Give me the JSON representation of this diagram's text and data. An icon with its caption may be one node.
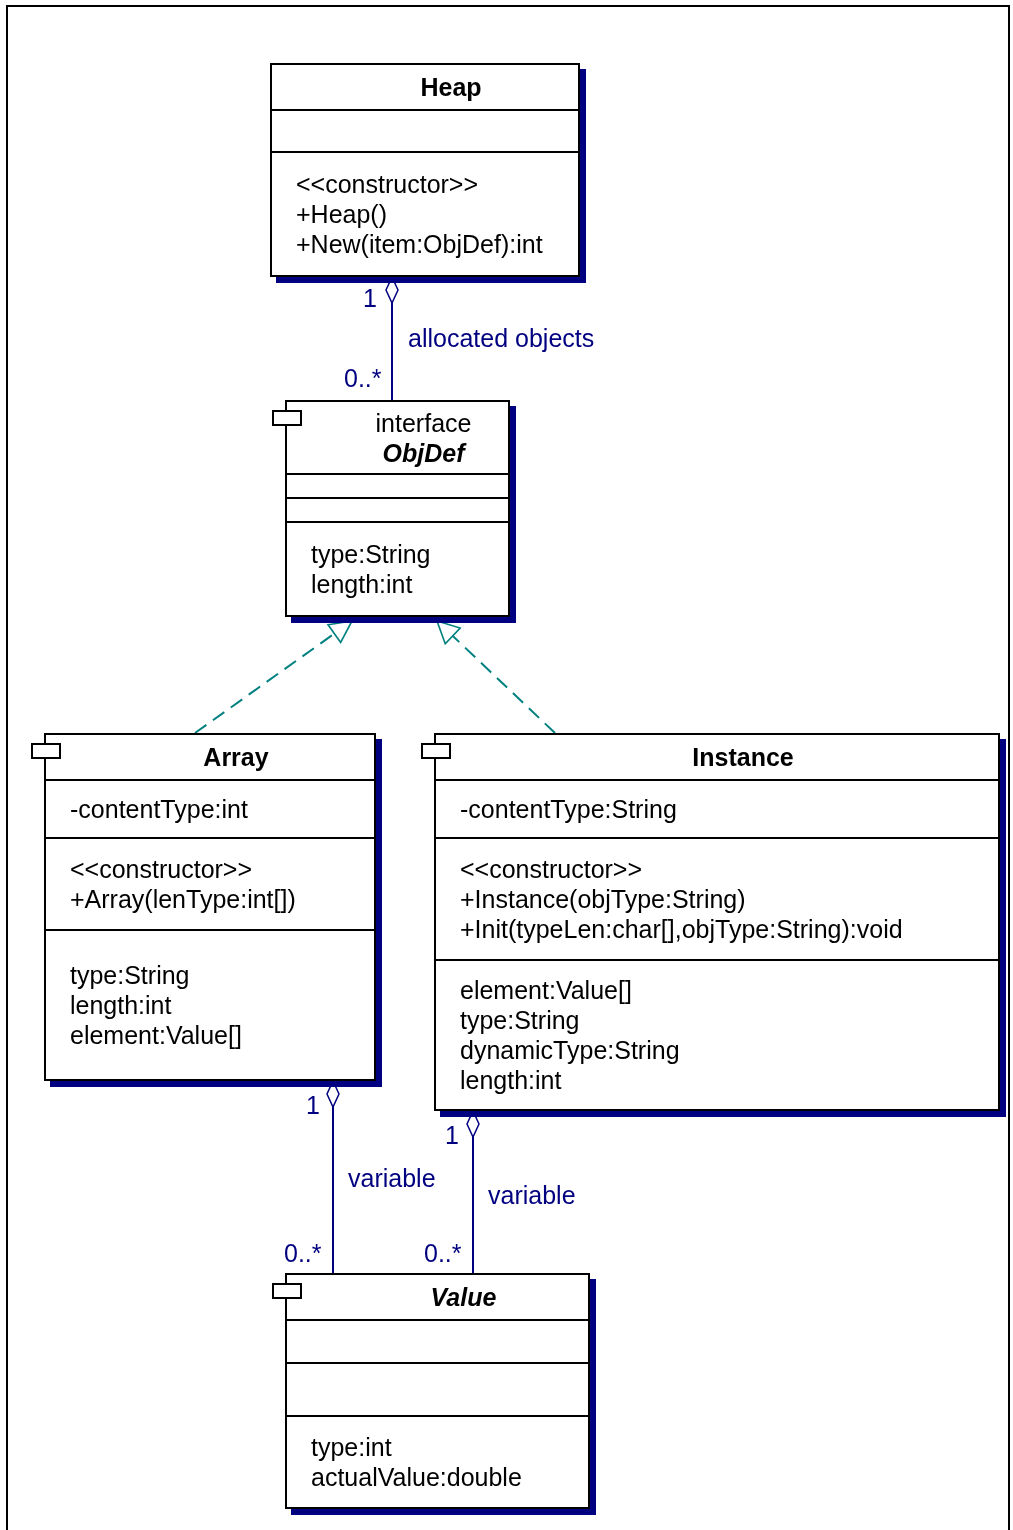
{
  "diagram": {
    "nodes": [
      {
        "text": [
          "Heap",
          "<<constructor>>",
          "+Heap()",
          "+New(item:ObjDef):int"
        ]
      },
      {
        "text": [
          "interface",
          "ObjDef",
          "type:String",
          "length:int"
        ]
      },
      {
        "text": [
          "Array",
          "-contentType:int",
          "<<constructor>>",
          "+Array(lenType:int[])",
          "type:String",
          "length:int",
          "element:Value[]"
        ]
      },
      {
        "text": [
          "Instance",
          "-contentType:String",
          "<<constructor>>",
          "+Instance(objType:String)",
          "+Init(typeLen:char[],objType:String):void",
          "element:Value[]",
          "type:String",
          "dynamicType:String",
          "length:int"
        ]
      },
      {
        "text": [
          "Value",
          "type:int",
          "actualValue:double"
        ]
      }
    ],
    "edges": [
      {
        "from": 0,
        "to": 1,
        "arrow": "other",
        "label": "allocated objects"
      },
      {
        "from": 2,
        "to": 1,
        "arrow": "to",
        "style": "dashed",
        "color": "#008080"
      },
      {
        "from": 3,
        "to": 1,
        "arrow": "to",
        "style": "dashed",
        "color": "#008080"
      },
      {
        "from": 2,
        "to": 4,
        "arrow": "other",
        "label": "variable"
      },
      {
        "from": 3,
        "to": 4,
        "arrow": "other",
        "label": "variable"
      }
    ],
    "labels": [
      "1",
      "0..*",
      "1",
      "0..*",
      "1",
      "0..*"
    ]
  }
}
